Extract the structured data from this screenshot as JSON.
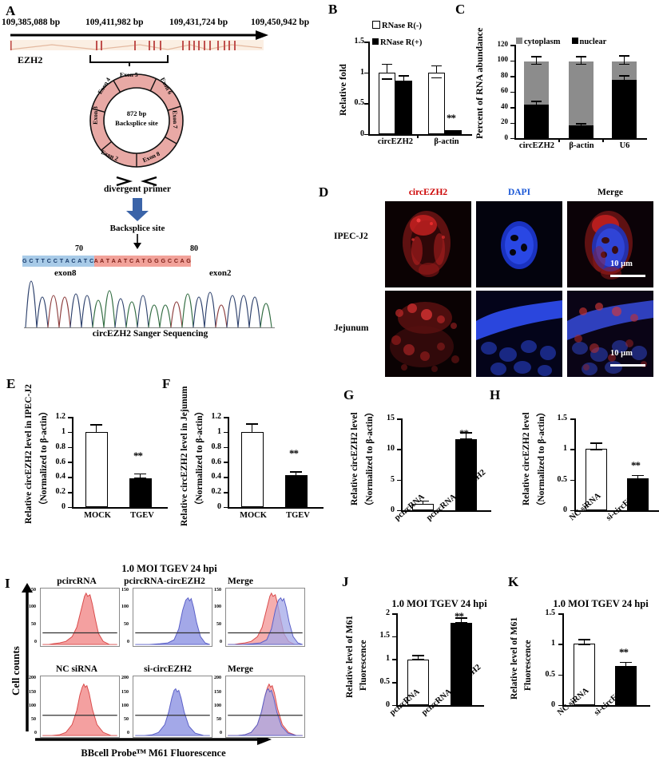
{
  "figure": {
    "panels": [
      "A",
      "B",
      "C",
      "D",
      "E",
      "F",
      "G",
      "H",
      "I",
      "J",
      "K"
    ]
  },
  "panelA": {
    "letter": "A",
    "coords": [
      "109,385,088 bp",
      "109,411,982 bp",
      "109,431,724 bp",
      "109,450,942 bp"
    ],
    "gene_name": "EZH2",
    "circle": {
      "center_line1": "872 bp",
      "center_line2": "Backsplice site",
      "exons": [
        "Exon 5",
        "Exon 6",
        "Exon 7",
        "Exon 8",
        "Exon 2",
        "Exon 3",
        "Exon 4"
      ],
      "fill_color": "#e8a9a5",
      "stroke_color": "#111111"
    },
    "divergent_primer": "divergent primer",
    "backsplice_site_label": "Backsplice site",
    "seq_numbers": [
      "70",
      "80"
    ],
    "seq_left": "GCTTCCTACATC",
    "seq_right": "AATAATCATGGGCCAG",
    "seq_left_color": "#a8cbe8",
    "seq_right_color": "#f2a29a",
    "exon_left_label": "exon8",
    "exon_right_label": "exon2",
    "caption": "circEZH2 Sanger Sequencing"
  },
  "panelB": {
    "letter": "B",
    "legend": [
      "RNase R(-)",
      "RNase R(+)"
    ],
    "chart_data": {
      "type": "bar",
      "title": "",
      "ylabel": "Relative fold",
      "xlabel": "",
      "categories": [
        "circEZH2",
        "β-actin"
      ],
      "yticks": [
        "0",
        "0.5",
        "1",
        "1.5"
      ],
      "ylim": [
        0,
        1.5
      ],
      "series": [
        {
          "name": "RNase R(-)",
          "values": [
            1.0,
            1.0
          ],
          "errors": [
            0.06,
            0.05
          ],
          "color": "#ffffff"
        },
        {
          "name": "RNase R(+)",
          "values": [
            0.87,
            0.06
          ],
          "errors": [
            0.03,
            0.01
          ],
          "color": "#000000"
        }
      ],
      "annotations": [
        {
          "category": "β-actin",
          "series": "RNase R(+)",
          "text": "**"
        }
      ]
    }
  },
  "panelC": {
    "letter": "C",
    "legend": [
      "cytoplasm",
      "nuclear"
    ],
    "chart_data": {
      "type": "bar",
      "title": "",
      "ylabel": "Percent of RNA abundance",
      "xlabel": "",
      "categories": [
        "circEZH2",
        "β-actin",
        "U6"
      ],
      "yticks": [
        "0",
        "20",
        "40",
        "60",
        "80",
        "100",
        "120"
      ],
      "ylim": [
        0,
        120
      ],
      "stacked": true,
      "series": [
        {
          "name": "nuclear",
          "values": [
            44,
            17,
            76
          ],
          "errors": [
            2.5,
            1.5,
            3.5
          ],
          "color": "#000000"
        },
        {
          "name": "cytoplasm",
          "values": [
            56,
            83,
            24
          ],
          "errors": [
            1.5,
            1.5,
            2.5
          ],
          "color": "#8c8c8c"
        }
      ]
    }
  },
  "panelD": {
    "letter": "D",
    "col_headers": [
      "circEZH2",
      "DAPI",
      "Merge"
    ],
    "col_header_colors": [
      "#cc0000",
      "#1a57d6",
      "#000000"
    ],
    "row_labels": [
      "IPEC-J2",
      "Jejunum"
    ],
    "scale_bars": [
      "10 µm",
      "10 µm"
    ]
  },
  "panelE": {
    "letter": "E",
    "chart_data": {
      "type": "bar",
      "ylabel_line1": "Relative circEZH2  level  in IPEC-J2",
      "ylabel_line2": "（Normalized  to β-actin）",
      "categories": [
        "MOCK",
        "TGEV"
      ],
      "values": [
        1.0,
        0.39
      ],
      "errors": [
        0.05,
        0.02
      ],
      "colors": [
        "#ffffff",
        "#000000"
      ],
      "yticks": [
        "0",
        "0.2",
        "0.4",
        "0.6",
        "0.8",
        "1",
        "1.2"
      ],
      "ylim": [
        0,
        1.2
      ],
      "annotations": [
        {
          "category": "TGEV",
          "text": "**"
        }
      ]
    }
  },
  "panelF": {
    "letter": "F",
    "chart_data": {
      "type": "bar",
      "ylabel_line1": "Relative circEZH2  level  in Jejunum",
      "ylabel_line2": "（Normalized  to β-actin）",
      "categories": [
        "MOCK",
        "TGEV"
      ],
      "values": [
        1.0,
        0.425
      ],
      "errors": [
        0.055,
        0.015
      ],
      "colors": [
        "#ffffff",
        "#000000"
      ],
      "yticks": [
        "0",
        "0.2",
        "0.4",
        "0.6",
        "0.8",
        "1",
        "1.2"
      ],
      "ylim": [
        0,
        1.2
      ],
      "annotations": [
        {
          "category": "TGEV",
          "text": "**"
        }
      ]
    }
  },
  "panelG": {
    "letter": "G",
    "chart_data": {
      "type": "bar",
      "ylabel_line1": "Relative circEZH2 level",
      "ylabel_line2": "（Normalized  to β-actin）",
      "categories": [
        "pcircRNA",
        "pcircRNA-circEZH2"
      ],
      "values": [
        1.0,
        11.6
      ],
      "errors": [
        0.3,
        0.9
      ],
      "colors": [
        "#ffffff",
        "#000000"
      ],
      "yticks": [
        "0",
        "5",
        "10",
        "15"
      ],
      "ylim": [
        0,
        15
      ],
      "annotations": [
        {
          "category": "pcircRNA-circEZH2",
          "text": "**"
        }
      ]
    }
  },
  "panelH": {
    "letter": "H",
    "chart_data": {
      "type": "bar",
      "ylabel_line1": "Relative circEZH2 level",
      "ylabel_line2": "（Normalized  to β-actin）",
      "categories": [
        "NC siRNA",
        "si-circEZH2"
      ],
      "values": [
        1.0,
        0.52
      ],
      "errors": [
        0.055,
        0.02
      ],
      "colors": [
        "#ffffff",
        "#000000"
      ],
      "yticks": [
        "0",
        "0.5",
        "1",
        "1.5"
      ],
      "ylim": [
        0,
        1.5
      ],
      "annotations": [
        {
          "category": "si-circEZH2",
          "text": "**"
        }
      ]
    }
  },
  "panelI": {
    "letter": "I",
    "title": "1.0 MOI TGEV 24 hpi",
    "ylabel": "Cell  counts",
    "xlabel": "BBcell Probeᵀᴹ M61 Fluorescence",
    "row1": {
      "titles": [
        "pcircRNA",
        "pcircRNA-circEZH2",
        "Merge"
      ],
      "yticks": [
        "0",
        "50",
        "100",
        "150"
      ],
      "ymax": 150,
      "gate_level": 30
    },
    "row2": {
      "titles": [
        "NC siRNA",
        "si-circEZH2",
        "Merge"
      ],
      "yticks": [
        "0",
        "50",
        "100",
        "150",
        "200"
      ],
      "ymax": 200,
      "gate_level": 70
    },
    "colors": {
      "red": "#f4a0a0",
      "red_line": "#d94a4a",
      "blue": "#a3a8e8",
      "blue_line": "#5a5fc7"
    }
  },
  "panelJ": {
    "letter": "J",
    "title": "1.0 MOI TGEV 24 hpi",
    "chart_data": {
      "type": "bar",
      "ylabel_line1": "Relative level of M61",
      "ylabel_line2": "Fluorescence",
      "categories": [
        "pcircRNA",
        "pcircRNA-circEZH2"
      ],
      "values": [
        1.0,
        1.8
      ],
      "errors": [
        0.04,
        0.06
      ],
      "colors": [
        "#ffffff",
        "#000000"
      ],
      "yticks": [
        "0",
        "0.5",
        "1",
        "1.5",
        "2"
      ],
      "ylim": [
        0,
        2
      ],
      "annotations": [
        {
          "category": "pcircRNA-circEZH2",
          "text": "**"
        }
      ]
    }
  },
  "panelK": {
    "letter": "K",
    "title": "1.0 MOI TGEV 24 hpi",
    "chart_data": {
      "type": "bar",
      "ylabel_line1": "Relative level of  M61",
      "ylabel_line2": "Fluorescence",
      "categories": [
        "NC siRNA",
        "si-circEZH2"
      ],
      "values": [
        1.0,
        0.64
      ],
      "errors": [
        0.04,
        0.03
      ],
      "colors": [
        "#ffffff",
        "#000000"
      ],
      "yticks": [
        "0",
        "0.5",
        "1",
        "1.5"
      ],
      "ylim": [
        0,
        1.5
      ],
      "annotations": [
        {
          "category": "si-circEZH2",
          "text": "**"
        }
      ]
    }
  }
}
